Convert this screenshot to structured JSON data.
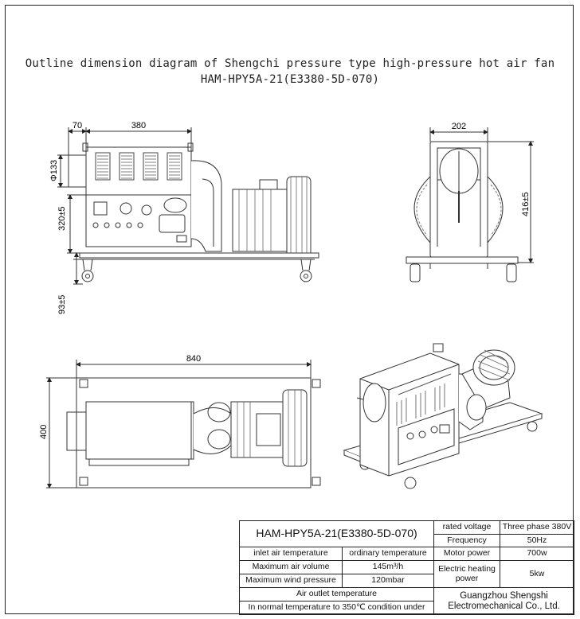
{
  "title": {
    "line1": "Outline dimension diagram of Shengchi pressure type high-pressure hot air fan",
    "line2": "HAM-HPY5A-21(E3380-5D-070)"
  },
  "dimensions": {
    "front_inlet": "70",
    "front_width": "380",
    "front_dia": "Φ133",
    "front_height": "320±5",
    "front_base": "93±5",
    "side_width": "202",
    "side_height": "416±5",
    "top_length": "840",
    "top_width": "400"
  },
  "spec": {
    "model": "HAM-HPY5A-21(E3380-5D-070)",
    "rated_voltage_label": "rated voltage",
    "rated_voltage_value": "Three phase 380V",
    "frequency_label": "Frequency",
    "frequency_value": "50Hz",
    "inlet_temp_label": "inlet air temperature",
    "inlet_temp_value": "ordinary temperature",
    "motor_power_label": "Motor power",
    "motor_power_value": "700w",
    "max_air_volume_label": "Maximum air volume",
    "max_air_volume_value": "145m³/h",
    "heating_power_label": "Electric heating power",
    "heating_power_value": "5kw",
    "max_wind_pressure_label": "Maximum wind pressure",
    "max_wind_pressure_value": "120mbar",
    "outlet_temp_label": "Air outlet temperature",
    "outlet_temp_value": "In normal temperature to 350℃ condition under",
    "company": "Guangzhou Shengshi Electromechanical Co., Ltd."
  }
}
